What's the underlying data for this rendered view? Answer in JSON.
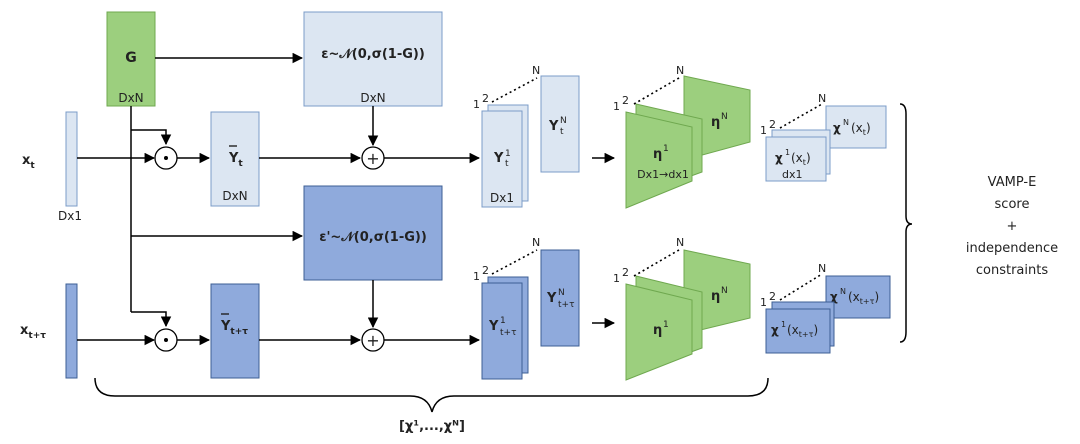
{
  "colors": {
    "green": "#9ccf7e",
    "green_dark": "#6fa84f",
    "light_blue": "#dce6f2",
    "light_blue_edge": "#7b9cc8",
    "mid_blue": "#8faadc",
    "mid_blue_edge": "#3d5f94",
    "line": "#000000"
  },
  "top_path": {
    "input_label": "x",
    "input_sub": "t",
    "input_dim": "Dx1",
    "g_label": "G",
    "g_dim": "DxN",
    "noise_label": "ε~𝒩(0,σ(1-G))",
    "noise_dim": "DxN",
    "ybar_label": "Y",
    "ybar_sub": "t",
    "ybar_dim": "DxN",
    "stack_top_num_1": "1",
    "stack_top_num_2": "2",
    "stack_top_num_n": "N",
    "y_first_label": "Y",
    "y_first_sup": "1",
    "y_first_sub": "t",
    "y_first_dim": "Dx1",
    "y_last_label": "Y",
    "y_last_sup": "N",
    "y_last_sub": "t",
    "eta_1_label": "η",
    "eta_1_sup": "1",
    "eta_1_dim": "Dx1→dx1",
    "eta_n_label": "η",
    "eta_n_sup": "N",
    "chi_1_label": "χ",
    "chi_1_sup": "1",
    "chi_1_arg": "(x",
    "chi_1_arg_sub": "t",
    "chi_1_dim": "dx1",
    "chi_n_label": "χ",
    "chi_n_sup": "N",
    "chi_n_arg": "(x",
    "chi_n_arg_sub": "t"
  },
  "bottom_path": {
    "input_label": "x",
    "input_sub": "t+τ",
    "noise_label": "ε'~𝒩(0,σ(1-G))",
    "ybar_label": "Y",
    "ybar_sub": "t+τ",
    "y_first_label": "Y",
    "y_first_sup": "1",
    "y_first_sub": "t+τ",
    "y_last_label": "Y",
    "y_last_sup": "N",
    "y_last_sub": "t+τ",
    "eta_1_label": "η",
    "eta_1_sup": "1",
    "eta_n_label": "η",
    "eta_n_sup": "N",
    "chi_1_label": "χ",
    "chi_1_sup": "1",
    "chi_1_arg": "(x",
    "chi_1_arg_sub": "t+τ",
    "chi_n_label": "χ",
    "chi_n_sup": "N",
    "chi_n_arg": "(x",
    "chi_n_arg_sub": "t+τ"
  },
  "operators": {
    "multiply": "⊙",
    "add": "+"
  },
  "output": {
    "line1": "VAMP-E",
    "line2": "score",
    "line3": "+",
    "line4": "independence",
    "line5": "constraints"
  },
  "brace_label": "[χ¹,...,χᴺ]"
}
